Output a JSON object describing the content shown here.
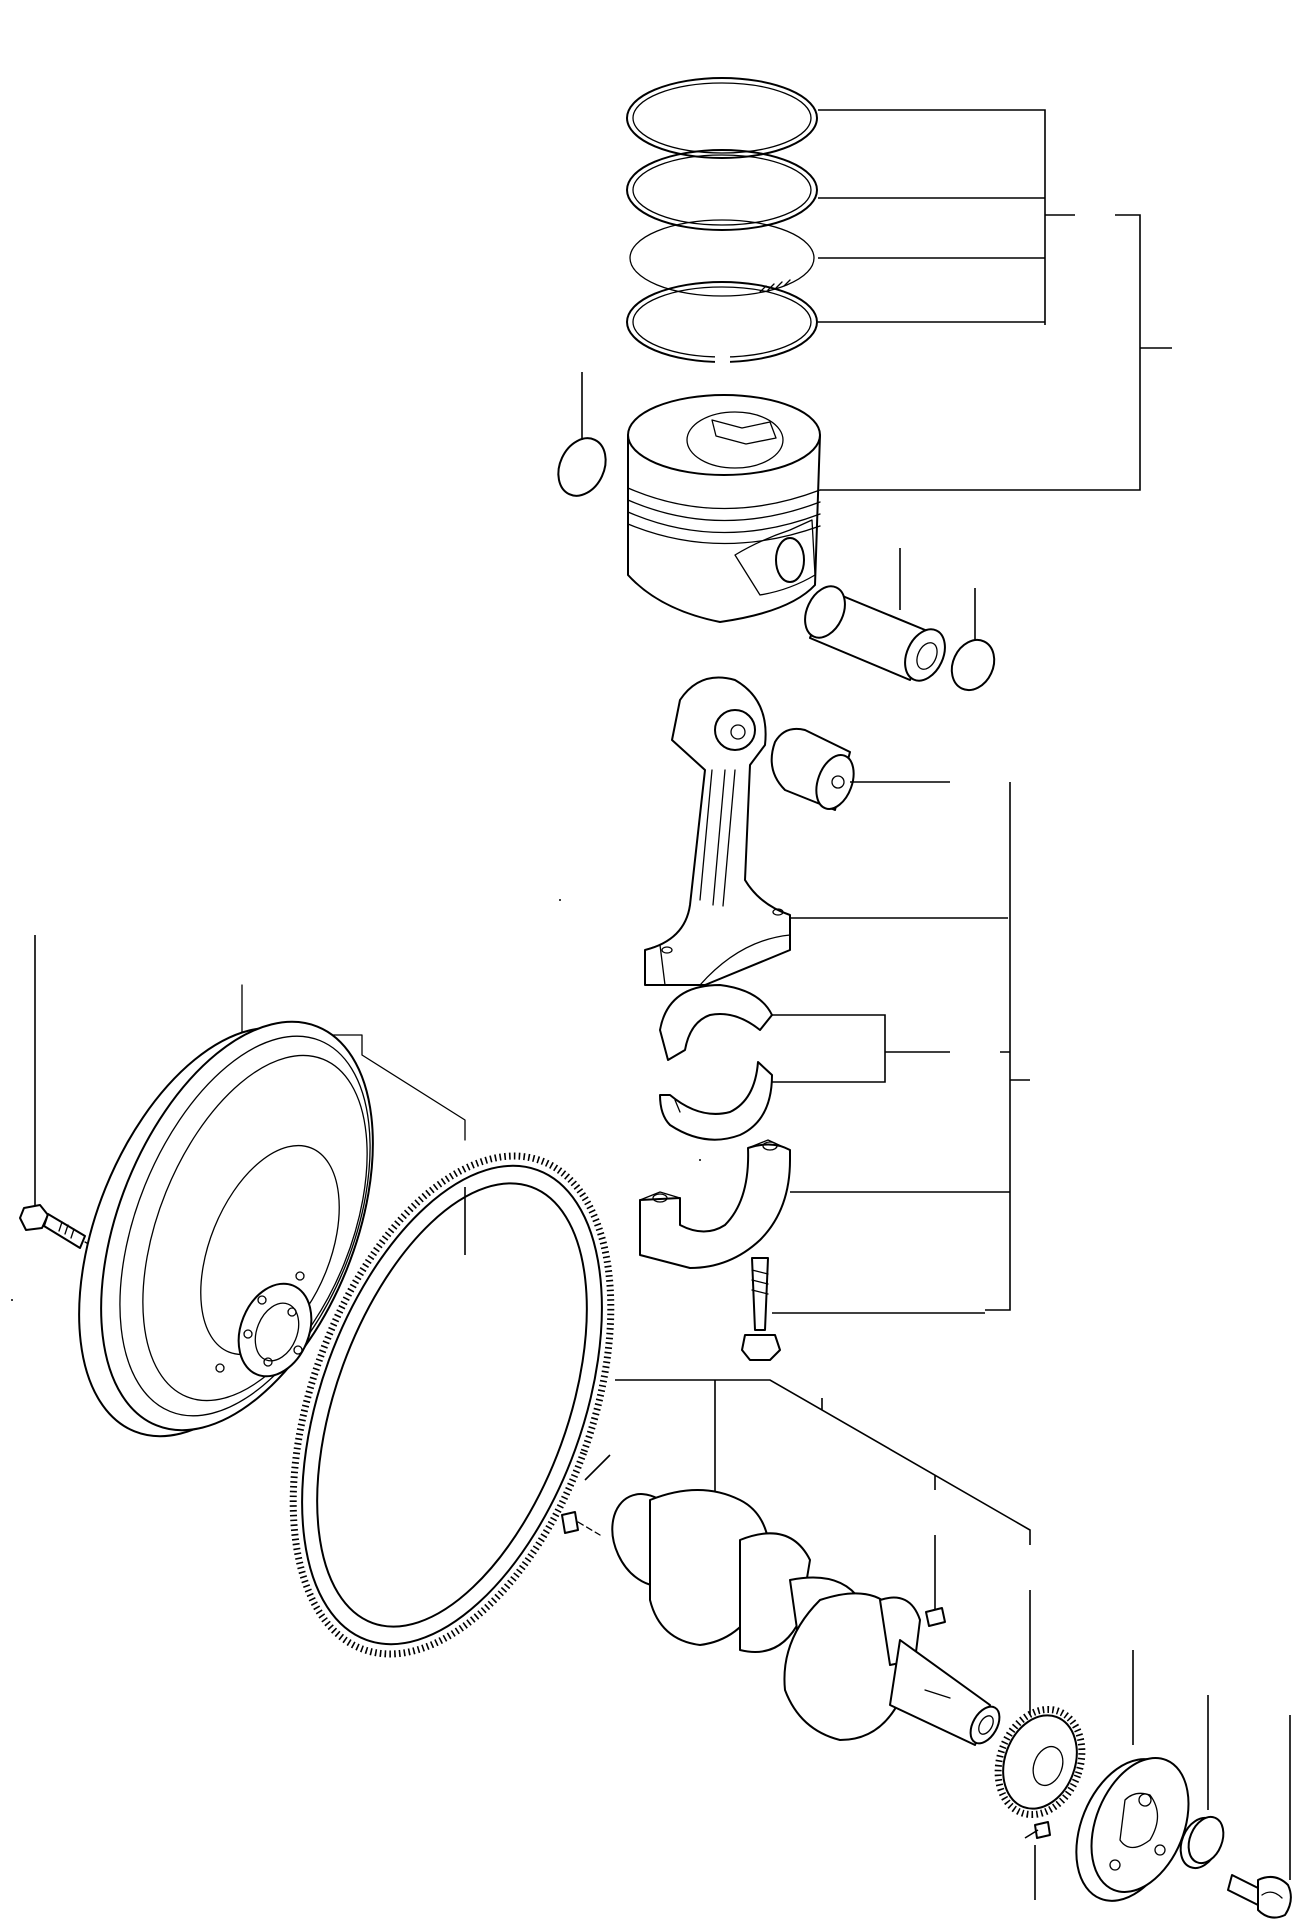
{
  "diagram": {
    "type": "exploded-parts-diagram",
    "style": "black line art on white",
    "labels": [],
    "parts": [
      {
        "name": "piston-ring",
        "count": 4
      },
      {
        "name": "snap-ring",
        "count": 2
      },
      {
        "name": "piston",
        "count": 1
      },
      {
        "name": "piston-pin",
        "count": 1
      },
      {
        "name": "connecting-rod",
        "count": 1
      },
      {
        "name": "small-end-bushing",
        "count": 1
      },
      {
        "name": "crankpin-bearing-half",
        "count": 2
      },
      {
        "name": "connecting-rod-cap",
        "count": 1
      },
      {
        "name": "connecting-rod-bolt",
        "count": 1
      },
      {
        "name": "flywheel-bolt",
        "count": 1
      },
      {
        "name": "flywheel",
        "count": 1
      },
      {
        "name": "ring-gear",
        "count": 1
      },
      {
        "name": "dowel-pin",
        "count": 1
      },
      {
        "name": "crankshaft",
        "count": 1
      },
      {
        "name": "key",
        "count": 2
      },
      {
        "name": "crankshaft-gear",
        "count": 1
      },
      {
        "name": "crankshaft-pulley",
        "count": 1
      },
      {
        "name": "washer",
        "count": 1
      },
      {
        "name": "pulley-bolt",
        "count": 1
      }
    ]
  }
}
